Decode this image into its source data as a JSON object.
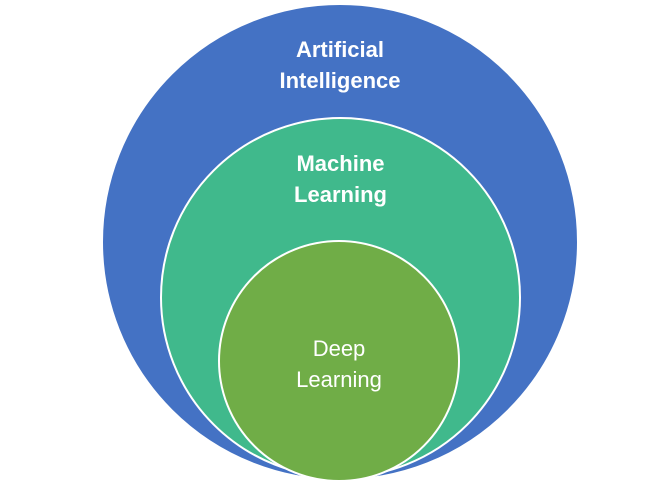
{
  "diagram": {
    "outer": {
      "label_lines": [
        "Artificial",
        "Intelligence"
      ],
      "color": "#4472C4"
    },
    "middle": {
      "label_lines": [
        "Machine",
        "Learning"
      ],
      "color": "#40B98C"
    },
    "inner": {
      "label_lines": [
        "Deep",
        "Learning"
      ],
      "color": "#70AD47"
    }
  }
}
